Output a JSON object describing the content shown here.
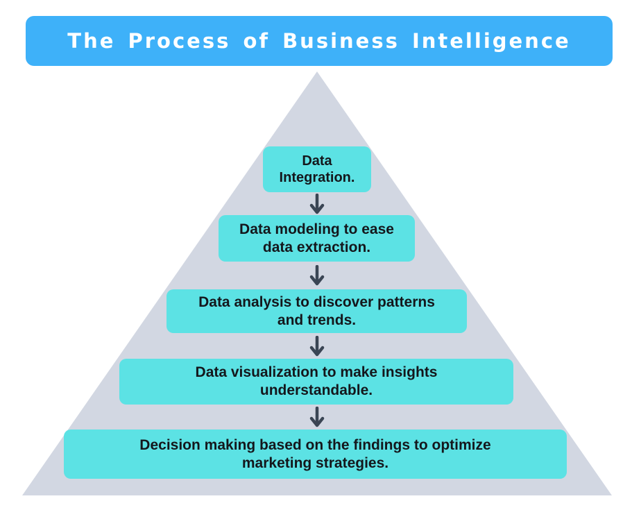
{
  "title": "The Process of Business Intelligence",
  "colors": {
    "title_bg": "#3EB1F9",
    "title_text": "#FFFFFF",
    "pyramid": "#D2D7E2",
    "box_bg": "#5CE2E4",
    "box_text": "#14171C",
    "arrow": "#3A4554",
    "page_bg": "#FFFFFF"
  },
  "diagram": {
    "type": "pyramid-flow",
    "steps": [
      {
        "label": "Data Integration.",
        "lines": [
          "Data",
          "Integration."
        ]
      },
      {
        "label": "Data modeling to ease data extraction.",
        "lines": [
          "Data modeling to ease",
          "data extraction."
        ]
      },
      {
        "label": "Data analysis to discover patterns and trends.",
        "lines": [
          "Data analysis to discover patterns",
          "and trends."
        ]
      },
      {
        "label": "Data visualization to make insights understandable.",
        "lines": [
          "Data visualization to make insights",
          "understandable."
        ]
      },
      {
        "label": "Decision making based on the findings to optimize marketing strategies.",
        "lines": [
          "Decision making based on the findings to optimize",
          "marketing strategies."
        ]
      }
    ]
  }
}
